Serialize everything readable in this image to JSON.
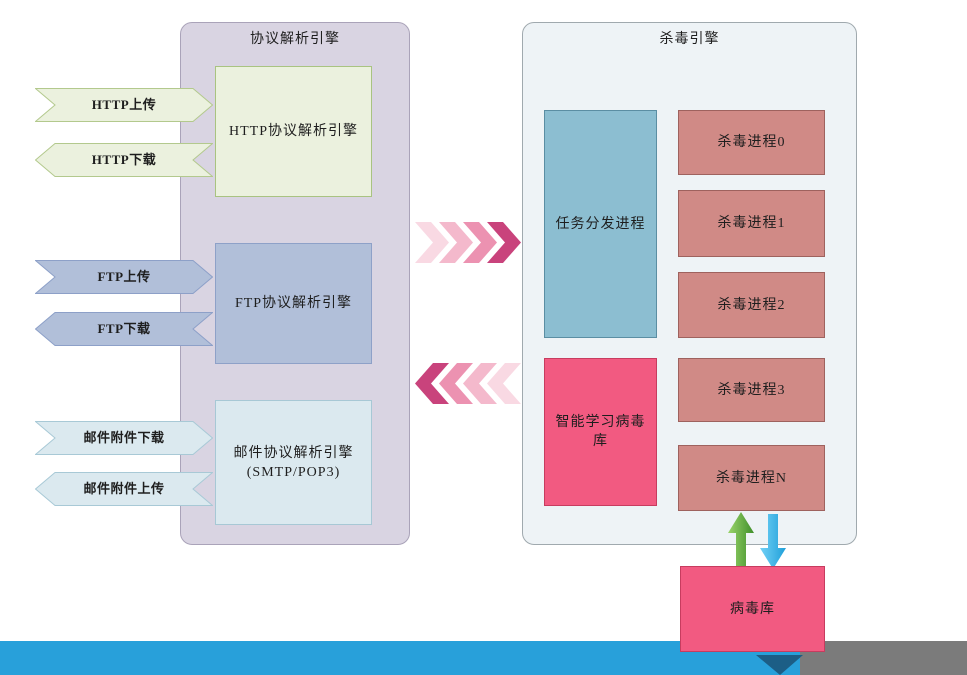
{
  "protocol_engine": {
    "title": "协议解析引擎",
    "http": {
      "label": "HTTP协议解析引擎",
      "upload": "HTTP上传",
      "download": "HTTP下载"
    },
    "ftp": {
      "label": "FTP协议解析引擎",
      "upload": "FTP上传",
      "download": "FTP下载"
    },
    "mail": {
      "label_line1": "邮件协议解析引擎",
      "label_line2": "(SMTP/POP3)",
      "download": "邮件附件下载",
      "upload": "邮件附件上传"
    }
  },
  "antivirus_engine": {
    "title": "杀毒引擎",
    "dispatcher": "任务分发进程",
    "learning_db": "智能学习病毒库",
    "processes": [
      "杀毒进程0",
      "杀毒进程1",
      "杀毒进程2",
      "杀毒进程3",
      "杀毒进程N"
    ]
  },
  "virus_db": "病毒库",
  "colors": {
    "protocol_panel": "#d9d4e2",
    "antivirus_panel": "#eef3f6",
    "http": "#ebf1de",
    "ftp": "#b1bfd9",
    "mail": "#dbe9ef",
    "dispatcher": "#8cbed1",
    "learning_db": "#f25a81",
    "process": "#d08a86",
    "virus_db": "#f25a81",
    "band_blue": "#28a0da",
    "band_gray": "#7b7b7b"
  }
}
